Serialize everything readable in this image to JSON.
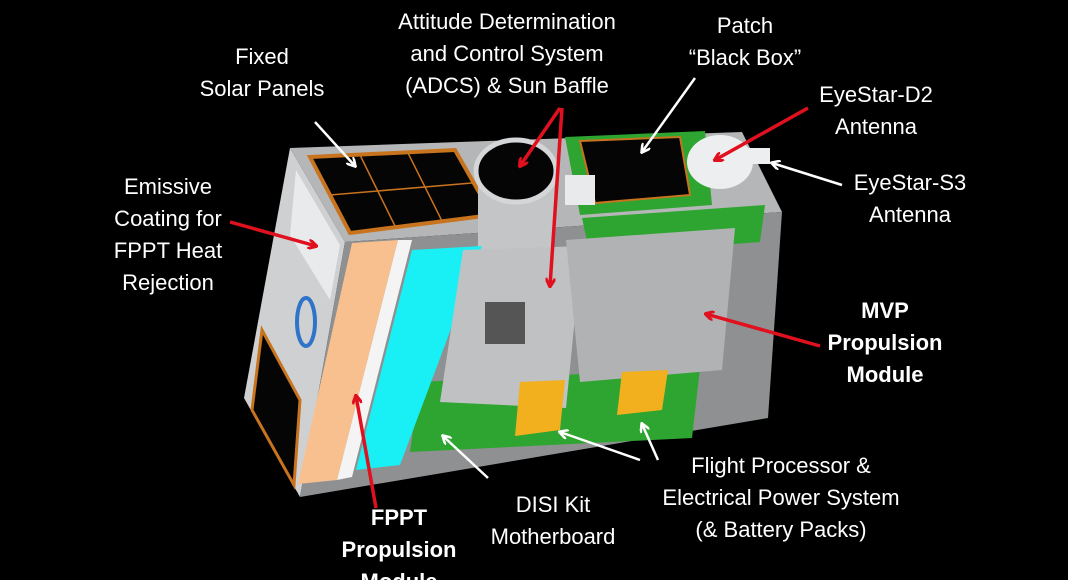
{
  "labels": {
    "fixed_solar_panels": [
      "Fixed",
      "Solar Panels"
    ],
    "adcs": [
      "Attitude Determination",
      "and Control System",
      "(ADCS) & Sun Baffle"
    ],
    "patch_black_box": [
      "Patch",
      "“Black Box”"
    ],
    "eyestar_d2": [
      "EyeStar-D2",
      "Antenna"
    ],
    "eyestar_s3": [
      "EyeStar-S3",
      "Antenna"
    ],
    "emissive_coating": [
      "Emissive",
      "Coating for",
      "FPPT Heat",
      "Rejection"
    ],
    "mvp_module": [
      "MVP",
      "Propulsion",
      "Module"
    ],
    "flight_processor": [
      "Flight Processor &",
      "Electrical Power System",
      "(& Battery Packs)"
    ],
    "disi_kit": [
      "DISI Kit",
      "Motherboard"
    ],
    "fppt_module": [
      "FPPT",
      "Propulsion",
      "Module"
    ]
  },
  "colors": {
    "background": "#000000",
    "pointer_red": "#e0101e",
    "pointer_white": "#ffffff",
    "frame_grey": "#b8b9bb",
    "pcb_green": "#2fa531",
    "coating_orange": "#f7c08e",
    "panel_cyan": "#19f0f5",
    "battery_yellow": "#f2b01e"
  }
}
